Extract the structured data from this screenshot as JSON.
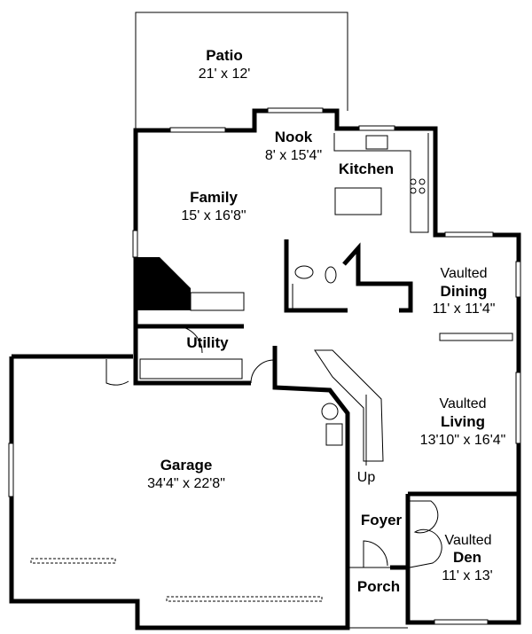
{
  "rooms": {
    "patio": {
      "name": "Patio",
      "dims": "21' x 12'"
    },
    "nook": {
      "name": "Nook",
      "dims": "8' x 15'4\""
    },
    "kitchen": {
      "name": "Kitchen"
    },
    "family": {
      "name": "Family",
      "dims": "15' x 16'8\""
    },
    "dining": {
      "prefix": "Vaulted",
      "name": "Dining",
      "dims": "11' x 11'4\""
    },
    "utility": {
      "name": "Utility"
    },
    "living": {
      "prefix": "Vaulted",
      "name": "Living",
      "dims": "13'10\" x 16'4\""
    },
    "garage": {
      "name": "Garage",
      "dims": "34'4\" x 22'8\""
    },
    "foyer": {
      "name": "Foyer"
    },
    "den": {
      "prefix": "Vaulted",
      "name": "Den",
      "dims": "11' x 13'"
    },
    "porch": {
      "name": "Porch"
    }
  },
  "stairs": {
    "label": "Up"
  }
}
